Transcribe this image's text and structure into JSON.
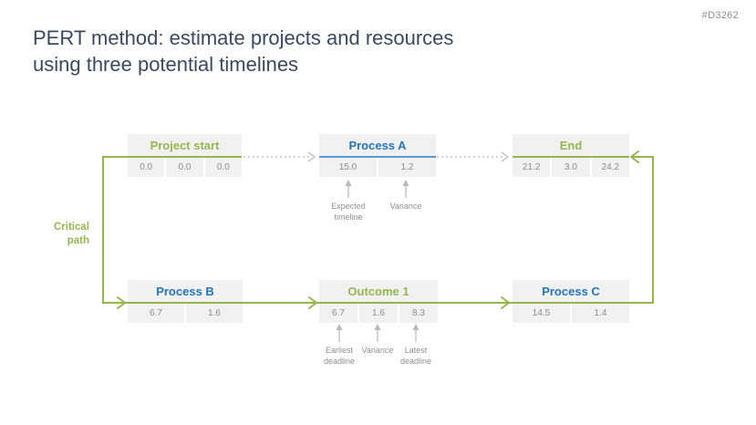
{
  "page": {
    "doc_code": "#D3262",
    "title_lines": [
      "PERT method: estimate projects and resources",
      "using three potential timelines"
    ]
  },
  "colors": {
    "title_navy": "#3a4a5c",
    "accent_green": "#94b64f",
    "accent_blue": "#2574b9",
    "underline_blue": "#5b9bd5",
    "box_background": "#f1f1f1",
    "value_gray": "#8c8c8c",
    "connector_gray": "#c4c4c4"
  },
  "critical_path": {
    "label_lines": [
      "Critical",
      "path"
    ]
  },
  "nodes": [
    {
      "id": "project-start",
      "label": "Project start",
      "values": [
        "0.0",
        "0.0",
        "0.0"
      ]
    },
    {
      "id": "process-a",
      "label": "Process A",
      "values": [
        "15.0",
        "1.2"
      ]
    },
    {
      "id": "end",
      "label": "End",
      "values": [
        "21.2",
        "3.0",
        "24.2"
      ]
    },
    {
      "id": "process-b",
      "label": "Process B",
      "values": [
        "6.7",
        "1.6"
      ]
    },
    {
      "id": "outcome-1",
      "label": "Outcome 1",
      "values": [
        "6.7",
        "1.6",
        "8.3"
      ]
    },
    {
      "id": "process-c",
      "label": "Process C",
      "values": [
        "14.5",
        "1.4"
      ]
    }
  ],
  "annotations": [
    {
      "id": "expected-timeline",
      "lines": [
        "Expected",
        "timeline"
      ]
    },
    {
      "id": "variance-top",
      "lines": [
        "Variance"
      ]
    },
    {
      "id": "earliest-deadline",
      "lines": [
        "Earliest",
        "deadline"
      ]
    },
    {
      "id": "variance-bottom",
      "lines": [
        "Variance"
      ]
    },
    {
      "id": "latest-deadline",
      "lines": [
        "Latest",
        "deadline"
      ]
    }
  ]
}
